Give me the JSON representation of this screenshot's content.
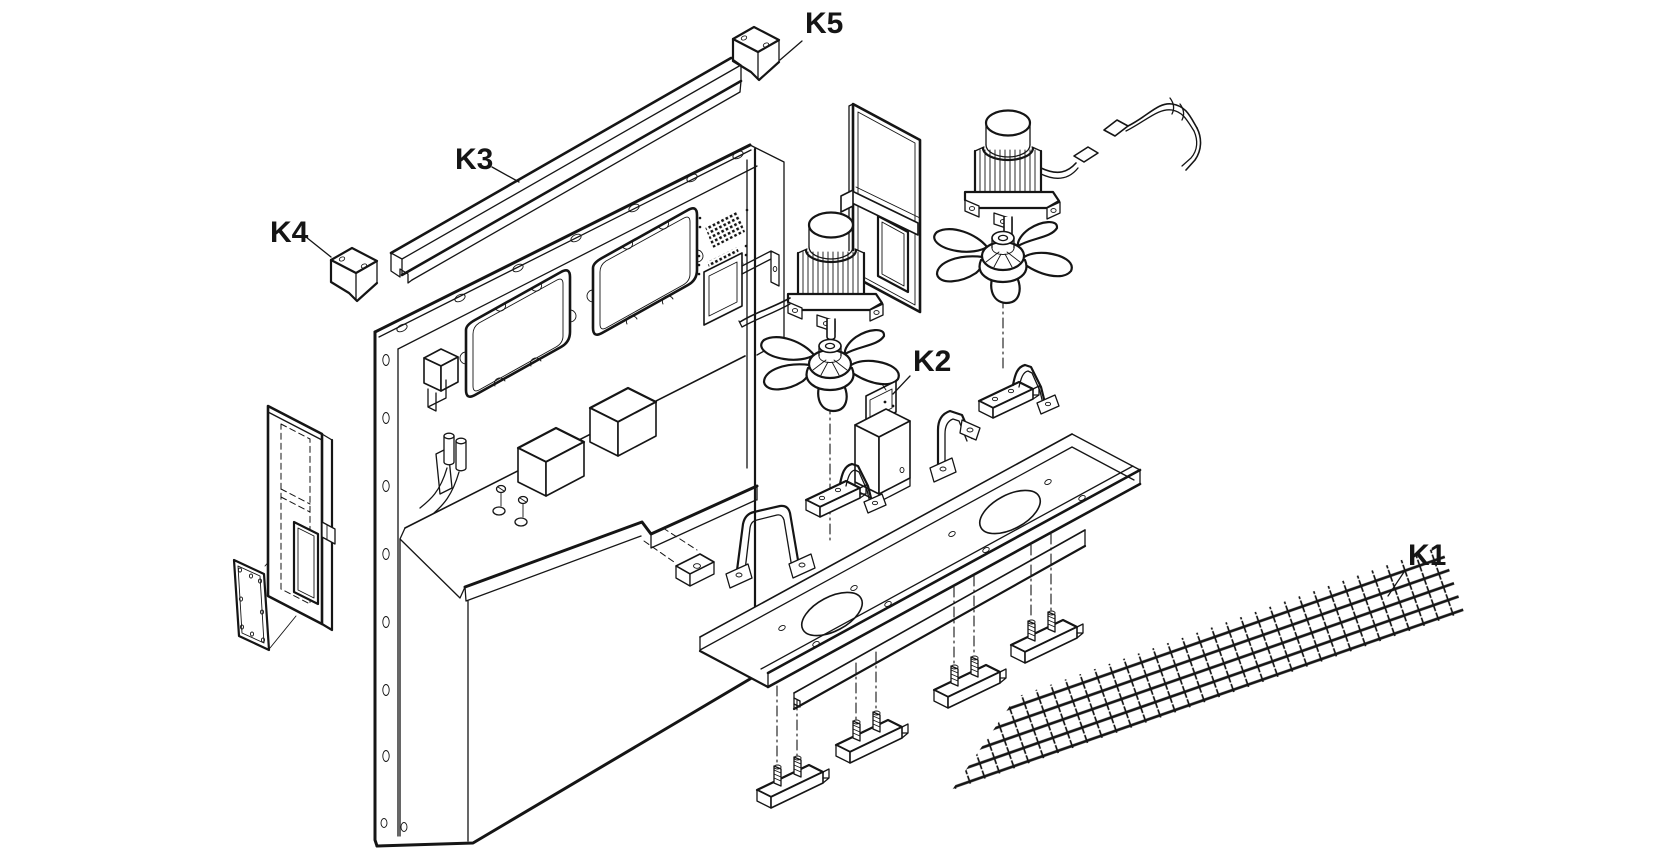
{
  "diagram": {
    "background": "#ffffff",
    "line_color": "#151515",
    "labels": [
      {
        "id": "K1",
        "text": "K1"
      },
      {
        "id": "K2",
        "text": "K2"
      },
      {
        "id": "K3",
        "text": "K3"
      },
      {
        "id": "K4",
        "text": "K4"
      },
      {
        "id": "K5",
        "text": "K5"
      }
    ]
  }
}
